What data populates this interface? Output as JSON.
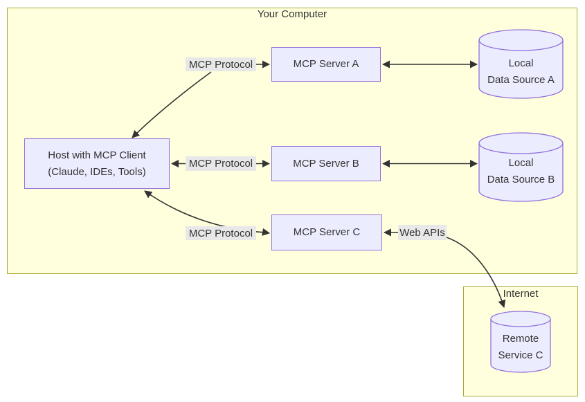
{
  "clusters": {
    "computer": {
      "label": "Your Computer"
    },
    "internet": {
      "label": "Internet"
    }
  },
  "nodes": {
    "host": {
      "line1": "Host with MCP Client",
      "line2": "(Claude, IDEs, Tools)"
    },
    "server_a": {
      "label": "MCP Server A"
    },
    "server_b": {
      "label": "MCP Server B"
    },
    "server_c": {
      "label": "MCP Server C"
    },
    "ds_a": {
      "line1": "Local",
      "line2": "Data Source A"
    },
    "ds_b": {
      "line1": "Local",
      "line2": "Data Source B"
    },
    "remote_c": {
      "line1": "Remote",
      "line2": "Service C"
    }
  },
  "edge_labels": {
    "protocol_a": "MCP Protocol",
    "protocol_b": "MCP Protocol",
    "protocol_c": "MCP Protocol",
    "web_apis": "Web APIs"
  },
  "edges": [
    {
      "from": "Host with MCP Client (Claude, IDEs, Tools)",
      "to": "MCP Server A",
      "label": "MCP Protocol",
      "direction": "bidirectional"
    },
    {
      "from": "Host with MCP Client (Claude, IDEs, Tools)",
      "to": "MCP Server B",
      "label": "MCP Protocol",
      "direction": "bidirectional"
    },
    {
      "from": "Host with MCP Client (Claude, IDEs, Tools)",
      "to": "MCP Server C",
      "label": "MCP Protocol",
      "direction": "bidirectional"
    },
    {
      "from": "MCP Server A",
      "to": "Local Data Source A",
      "label": "",
      "direction": "bidirectional"
    },
    {
      "from": "MCP Server B",
      "to": "Local Data Source B",
      "label": "",
      "direction": "bidirectional"
    },
    {
      "from": "MCP Server C",
      "to": "Remote Service C",
      "label": "Web APIs",
      "direction": "bidirectional"
    }
  ],
  "colors": {
    "cluster_fill": "#ffffde",
    "cluster_border": "#aaaa33",
    "node_fill": "#ececff",
    "node_border": "#9370db",
    "edge_color": "#333333",
    "edge_label_bg": "#e8e8e8",
    "text_color": "#333333"
  }
}
